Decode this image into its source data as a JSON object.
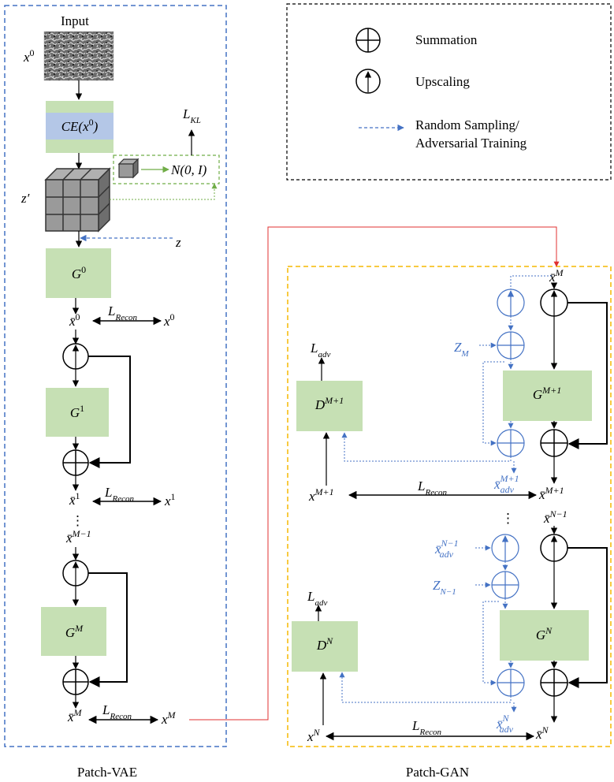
{
  "legend": {
    "summation": "Summation",
    "upscaling": "Upscaling",
    "sampling_line1": "Random Sampling/",
    "sampling_line2": "Adversarial Training"
  },
  "vae": {
    "title": "Patch-VAE",
    "input": "Input",
    "x0": "x",
    "x0_sup": "0",
    "ce": "CE(x",
    "ce_sup": "0",
    "ce_close": ")",
    "lkl": "L",
    "lkl_sub": "KL",
    "normal": "N(0, I)",
    "zprime": "z′",
    "z": "z",
    "g0": "G",
    "g0_sup": "0",
    "g1": "G",
    "g1_sup": "1",
    "gm": "G",
    "gm_sup": "M",
    "xbar0": "x̄",
    "xbar0_sup": "0",
    "lrecon": "L",
    "lrecon_sub": "Recon",
    "x0r": "x",
    "x0r_sup": "0",
    "xbar1": "x̄",
    "xbar1_sup": "1",
    "x1": "x",
    "x1_sup": "1",
    "dots": "⋮",
    "xbarm1": "x̄",
    "xbarm1_sup": "M−1",
    "xbarm": "x̄",
    "xbarm_sup": "M",
    "xm": "x",
    "xm_sup": "M"
  },
  "gan": {
    "title": "Patch-GAN",
    "xbarm_top": "x̄",
    "xbarm_top_sup": "M",
    "zm": "Z",
    "zm_sub": "M",
    "ladv1": "L",
    "ladv1_sub": "adv",
    "dm1": "D",
    "dm1_sup": "M+1",
    "gm1": "G",
    "gm1_sup": "M+1",
    "xm1": "x",
    "xm1_sup": "M+1",
    "xadv_m1": "x̄",
    "xadv_m1_sup": "M+1",
    "xadv_m1_sub": "adv",
    "lrecon1": "L",
    "lrecon1_sub": "Recon",
    "xbar_m1": "x̄",
    "xbar_m1_sup": "M+1",
    "dots": "⋮",
    "xbar_n1": "x̄",
    "xbar_n1_sup": "N−1",
    "xadv_n1": "x̄",
    "xadv_n1_sup": "N−1",
    "xadv_n1_sub": "adv",
    "zn1": "Z",
    "zn1_sub": "N−1",
    "ladv2": "L",
    "ladv2_sub": "adv",
    "dn": "D",
    "dn_sup": "N",
    "gn": "G",
    "gn_sup": "N",
    "xadv_n": "x̄",
    "xadv_n_sup": "N",
    "xadv_n_sub": "adv",
    "xn": "x",
    "xn_sup": "N",
    "lrecon2": "L",
    "lrecon2_sub": "Recon",
    "xbar_n": "x̄",
    "xbar_n_sup": "N"
  },
  "colors": {
    "vae_border": "#4472c4",
    "gan_border": "#f5b800",
    "green_fill": "#c6e0b4",
    "blue_band": "#b4c7e7",
    "blue_text": "#4472c4",
    "link_red": "#e03030",
    "latent_green": "#70ad47"
  }
}
